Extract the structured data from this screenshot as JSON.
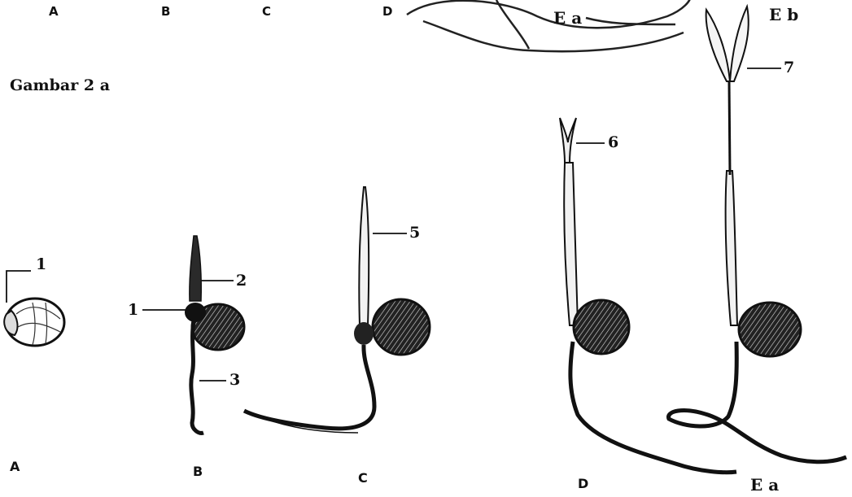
{
  "top_strip": {
    "labels": [
      "A",
      "B",
      "C",
      "D",
      "E a",
      "E b"
    ]
  },
  "caption": "Gambar 2 a",
  "stages": [
    "A",
    "B",
    "C",
    "D",
    "E a"
  ],
  "parts": [
    "1",
    "2",
    "1",
    "3",
    "5",
    "6",
    "7"
  ]
}
